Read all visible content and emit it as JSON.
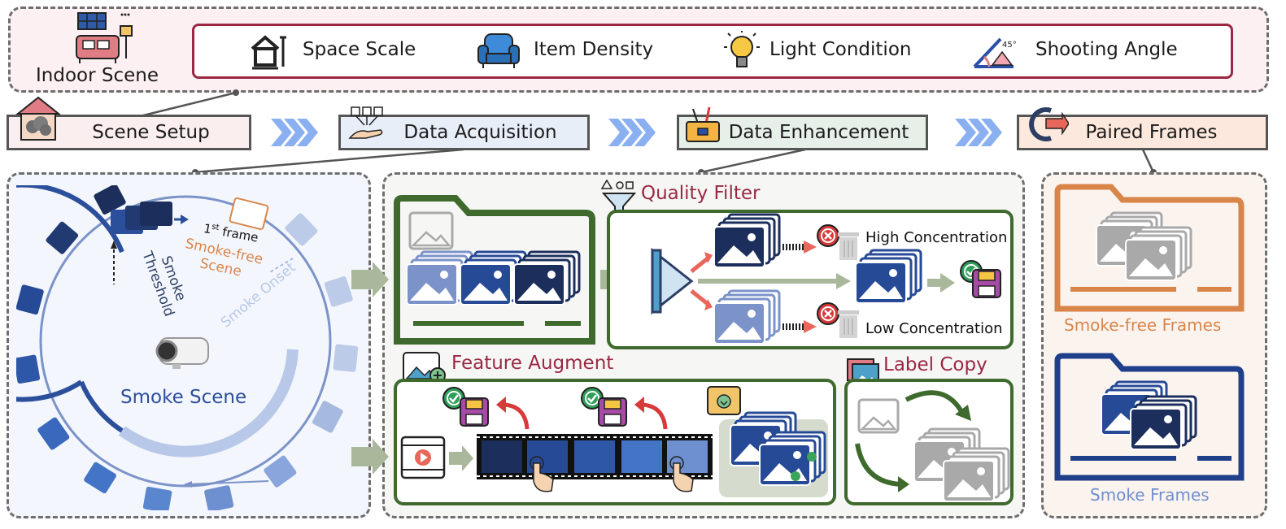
{
  "top": {
    "indoor_scene": "Indoor Scene",
    "factors": [
      {
        "label": "Space Scale",
        "icon": "house-icon"
      },
      {
        "label": "Item Density",
        "icon": "armchair-icon"
      },
      {
        "label": "Light Condition",
        "icon": "lightbulb-icon"
      },
      {
        "label": "Shooting Angle",
        "icon": "angle-ruler-icon"
      }
    ],
    "angle_mark": "45°"
  },
  "pipeline": {
    "stages": [
      "Scene Setup",
      "Data Acquisition",
      "Data Enhancement",
      "Paired Frames"
    ]
  },
  "smoke_scene": {
    "title": "Smoke Scene",
    "first_frame_sup": "st",
    "first_frame_num": "1",
    "first_frame_word": "frame",
    "smoke_free_line1": "Smoke-free",
    "smoke_free_line2": "Scene",
    "smoke_onset": "Smoke Onset",
    "threshold_line1": "Smoke",
    "threshold_line2": "Threshold"
  },
  "enhancement": {
    "quality_filter": "Quality Filter",
    "high_concentration": "High Concentration",
    "low_concentration": "Low Concentration",
    "feature_augment": "Feature Augment",
    "label_copy": "Label Copy"
  },
  "paired": {
    "smoke_free_frames": "Smoke-free Frames",
    "smoke_frames": "Smoke Frames"
  },
  "colors": {
    "accent_red": "#9b2743",
    "green": "#3f6a2e",
    "orange": "#d9854a",
    "navy": "#1f3f8a",
    "light_blue": "#6e8fd0"
  }
}
